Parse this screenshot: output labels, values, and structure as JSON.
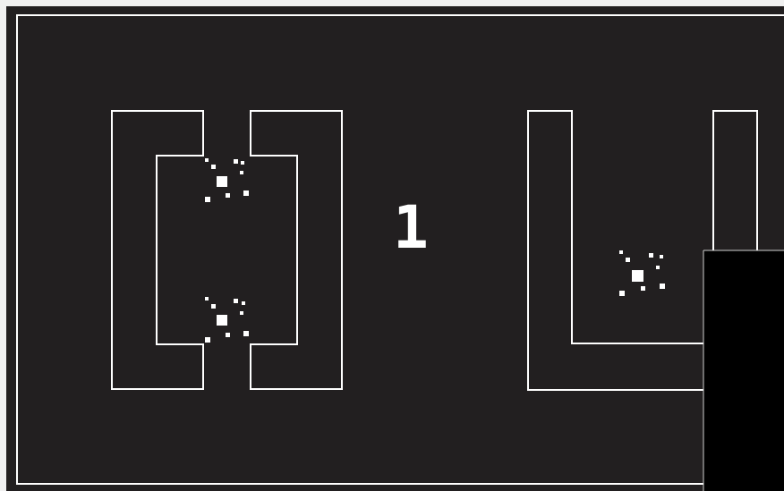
{
  "game": {
    "level_number": "1",
    "colors": {
      "background": "#221f20",
      "outer_frame": "#f0f0f0",
      "line": "#ffffff",
      "occluder": "#000000"
    },
    "pieces": [
      {
        "name": "bracket-piece-left",
        "type": "double-notch-bracket"
      },
      {
        "name": "bracket-piece-right",
        "type": "u-channel"
      }
    ],
    "sparkles": [
      {
        "name": "sparkle-particles-top-left"
      },
      {
        "name": "sparkle-particles-bottom-left"
      },
      {
        "name": "sparkle-particles-right"
      }
    ]
  }
}
